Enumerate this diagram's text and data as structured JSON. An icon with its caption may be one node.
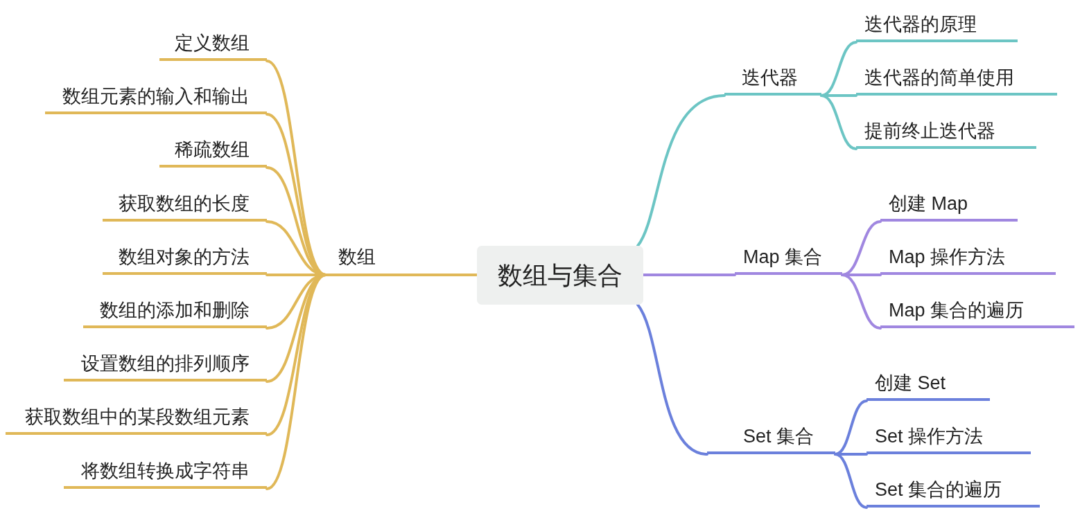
{
  "diagram": {
    "nodes": [
      {
        "text": [
          "数组与集合"
        ]
      },
      {
        "text": [
          "数组"
        ]
      },
      {
        "text": [
          "定义数组"
        ]
      },
      {
        "text": [
          "数组元素的输入和输出"
        ]
      },
      {
        "text": [
          "稀疏数组"
        ]
      },
      {
        "text": [
          "获取数组的长度"
        ]
      },
      {
        "text": [
          "数组对象的方法"
        ]
      },
      {
        "text": [
          "数组的添加和删除"
        ]
      },
      {
        "text": [
          "设置数组的排列顺序"
        ]
      },
      {
        "text": [
          "获取数组中的某段数组元素"
        ]
      },
      {
        "text": [
          "将数组转换成字符串"
        ]
      },
      {
        "text": [
          "迭代器"
        ]
      },
      {
        "text": [
          "迭代器的原理"
        ]
      },
      {
        "text": [
          "迭代器的简单使用"
        ]
      },
      {
        "text": [
          "提前终止迭代器"
        ]
      },
      {
        "text": [
          "Map 集合"
        ]
      },
      {
        "text": [
          "创建 Map"
        ]
      },
      {
        "text": [
          "Map 操作方法"
        ]
      },
      {
        "text": [
          "Map 集合的遍历"
        ]
      },
      {
        "text": [
          "Set 集合"
        ]
      },
      {
        "text": [
          "创建 Set"
        ]
      },
      {
        "text": [
          "Set 操作方法"
        ]
      },
      {
        "text": [
          "Set 集合的遍历"
        ]
      }
    ],
    "edges": [
      {
        "from": 0,
        "to": 1,
        "arrow": "none"
      },
      {
        "from": 1,
        "to": 2,
        "arrow": "none"
      },
      {
        "from": 1,
        "to": 3,
        "arrow": "none"
      },
      {
        "from": 1,
        "to": 4,
        "arrow": "none"
      },
      {
        "from": 1,
        "to": 5,
        "arrow": "none"
      },
      {
        "from": 1,
        "to": 6,
        "arrow": "none"
      },
      {
        "from": 1,
        "to": 7,
        "arrow": "none"
      },
      {
        "from": 1,
        "to": 8,
        "arrow": "none"
      },
      {
        "from": 1,
        "to": 9,
        "arrow": "none"
      },
      {
        "from": 1,
        "to": 10,
        "arrow": "none"
      },
      {
        "from": 0,
        "to": 11,
        "arrow": "none",
        "color": "#6cc5c4"
      },
      {
        "from": 11,
        "to": 12,
        "arrow": "none",
        "color": "#6cc5c4"
      },
      {
        "from": 11,
        "to": 13,
        "arrow": "none",
        "color": "#6cc5c4"
      },
      {
        "from": 11,
        "to": 14,
        "arrow": "none",
        "color": "#6cc5c4"
      },
      {
        "from": 0,
        "to": 15,
        "arrow": "none",
        "color": "#a087e0"
      },
      {
        "from": 15,
        "to": 16,
        "arrow": "none",
        "color": "#a087e0"
      },
      {
        "from": 15,
        "to": 17,
        "arrow": "none",
        "color": "#a087e0"
      },
      {
        "from": 15,
        "to": 18,
        "arrow": "none",
        "color": "#a087e0"
      },
      {
        "from": 0,
        "to": 19,
        "arrow": "none",
        "color": "#6b80dc"
      },
      {
        "from": 19,
        "to": 20,
        "arrow": "none",
        "color": "#6b80dc"
      },
      {
        "from": 19,
        "to": 21,
        "arrow": "none",
        "color": "#6b80dc"
      },
      {
        "from": 19,
        "to": 22,
        "arrow": "none",
        "color": "#6b80dc"
      }
    ]
  }
}
